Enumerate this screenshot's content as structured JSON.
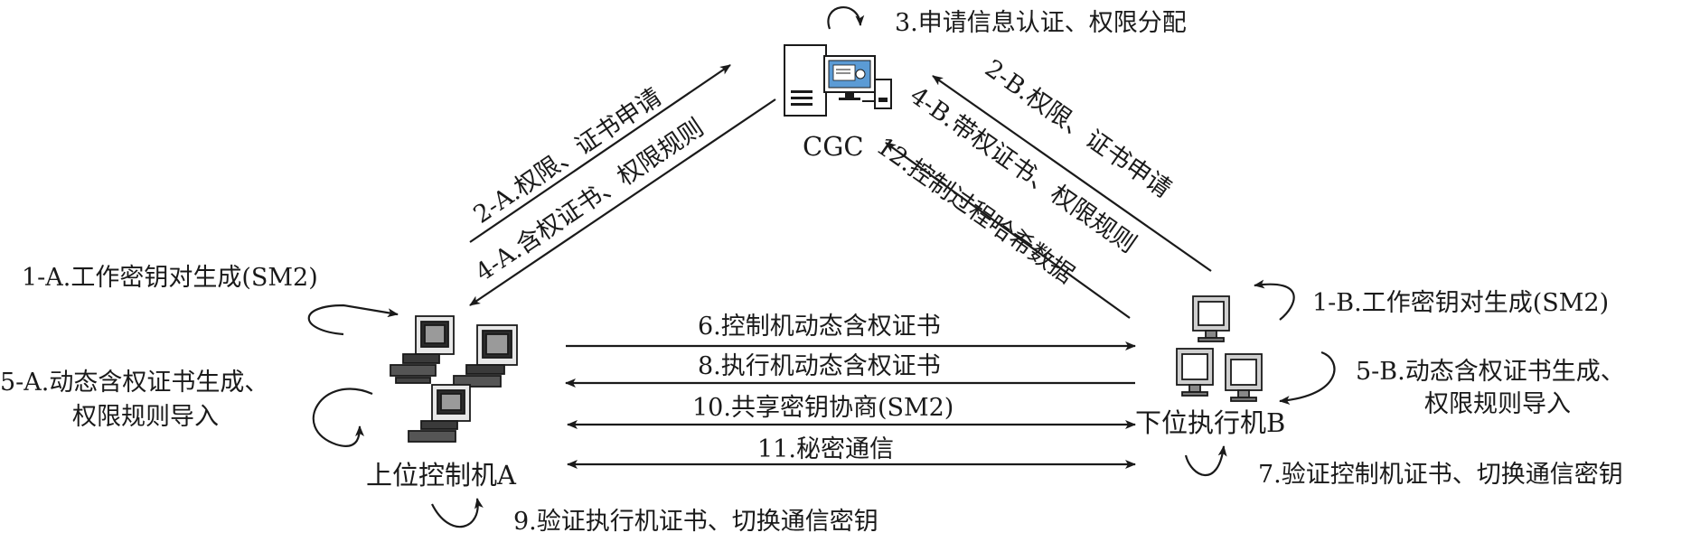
{
  "nodes": {
    "cgc": "CGC",
    "upper": "上位控制机A",
    "lower": "下位执行机B"
  },
  "steps": {
    "s1a": "1-A.工作密钥对生成(SM2)",
    "s1b": "1-B.工作密钥对生成(SM2)",
    "s2a": "2-A.权限、证书申请",
    "s2b": "2-B.权限、证书申请",
    "s3": "3.申请信息认证、权限分配",
    "s4a": "4-A.含权证书、权限规则",
    "s4b": "4-B.带权证书、权限规则",
    "s5a_l1": "5-A.动态含权证书生成、",
    "s5a_l2": "权限规则导入",
    "s5b_l1": "5-B.动态含权证书生成、",
    "s5b_l2": "权限规则导入",
    "s6": "6.控制机动态含权证书",
    "s7": "7.验证控制机证书、切换通信密钥",
    "s8": "8.执行机动态含权证书",
    "s9": "9.验证执行机证书、切换通信密钥",
    "s10": "10.共享密钥协商(SM2)",
    "s11": "11.秘密通信",
    "s12": "12.控制过程哈希数据"
  },
  "icons": {
    "cgc": "server-monitor-icon",
    "upper": "computer-cluster-icon",
    "lower": "monitor-cluster-icon"
  }
}
